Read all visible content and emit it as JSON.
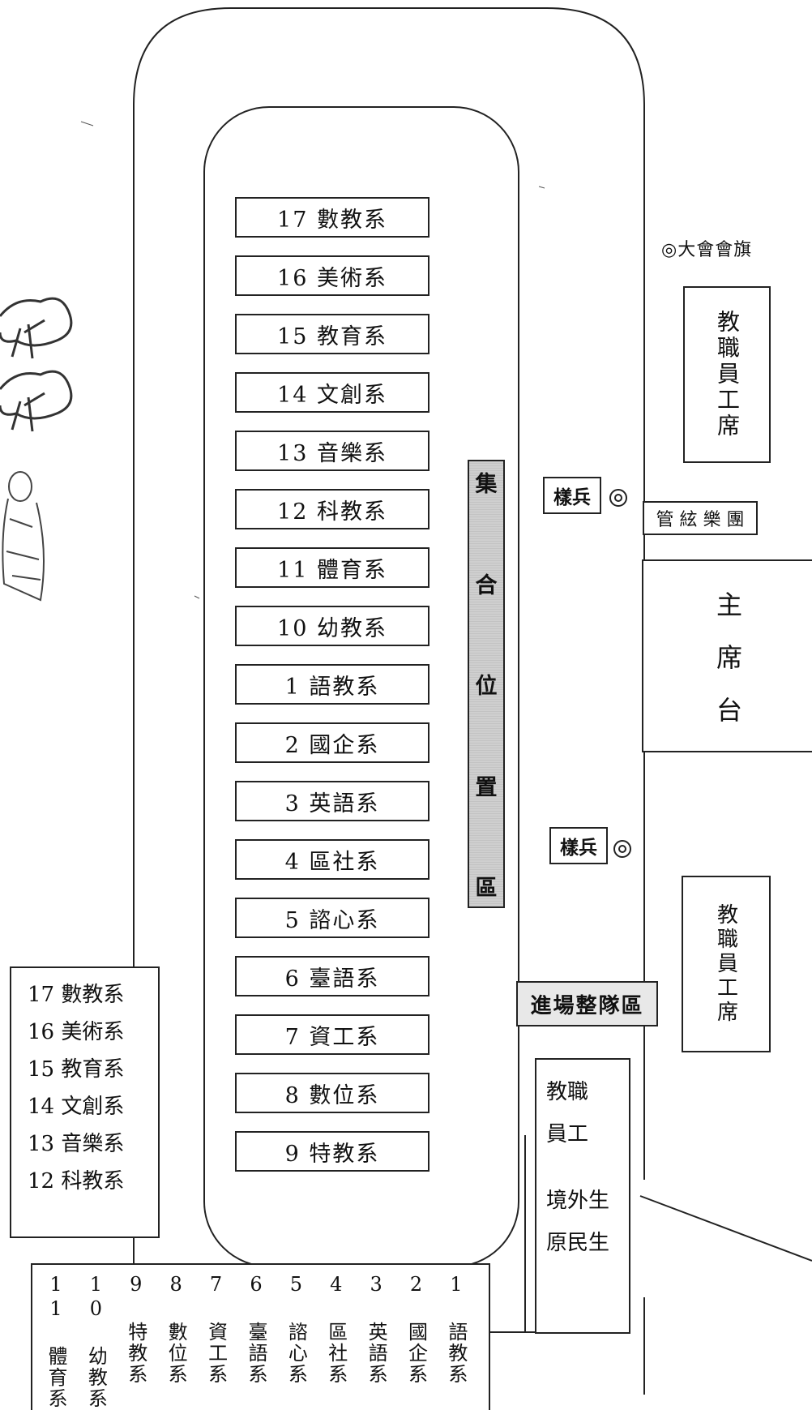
{
  "track": {
    "inner_lanes": [
      "17 數教系",
      "16 美術系",
      "15 教育系",
      "14 文創系",
      "13 音樂系",
      "12 科教系",
      "11 體育系",
      "10 幼教系",
      "1 語教系",
      "2 國企系",
      "3 英語系",
      "4 區社系",
      "5 諮心系",
      "6 臺語系",
      "7 資工系",
      "8 數位系",
      "9 特教系"
    ]
  },
  "gathering_area": {
    "chars": [
      "集",
      "合",
      "位",
      "置",
      "區"
    ]
  },
  "flag_bearers": {
    "top": "樣兵",
    "bottom": "樣兵"
  },
  "flag_label": "◎大會會旗",
  "staff_seat_top": "教職員工席",
  "staff_seat_bottom": "教職員工席",
  "orchestra": "管 絃 樂 團",
  "podium": {
    "chars": [
      "主",
      "席",
      "台"
    ]
  },
  "entry_zone": "進場整隊區",
  "side_group": {
    "line1": "教職",
    "line2": "員工",
    "line3": "境外生",
    "line4": "原民生"
  },
  "left_list": [
    "17 數教系",
    "16 美術系",
    "15 教育系",
    "14 文創系",
    "13 音樂系",
    "12 科教系"
  ],
  "bottom_list": [
    "1 語教系",
    "2 國企系",
    "3 英語系",
    "4 區社系",
    "5 諮心系",
    "6 臺語系",
    "7 資工系",
    "8 數位系",
    "9 特教系",
    "10 幼教系",
    "11 體育系"
  ]
}
